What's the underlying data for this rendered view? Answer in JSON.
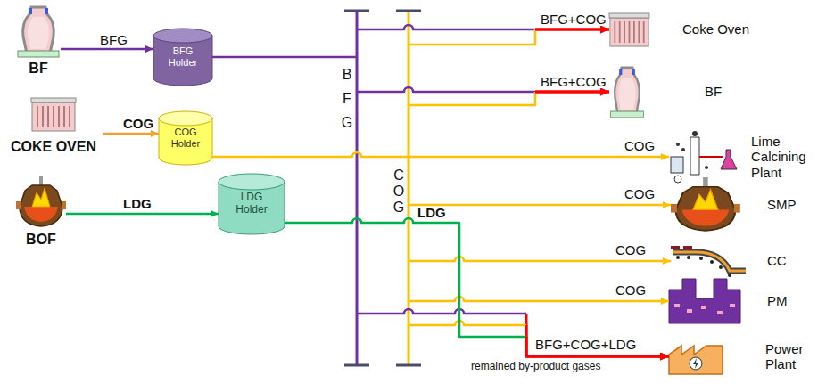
{
  "diagram": {
    "nodes": [
      {
        "text": [
          "BF"
        ]
      },
      {
        "text": [
          "BFG Holder"
        ]
      },
      {
        "text": [
          "COKE OVEN"
        ]
      },
      {
        "text": [
          "COG Holder"
        ]
      },
      {
        "text": [
          "BOF"
        ]
      },
      {
        "text": [
          "LDG Holder"
        ]
      },
      {
        "text": [
          "B F G"
        ]
      },
      {
        "text": [
          "C O G"
        ]
      },
      {
        "text": [
          "Coke Oven"
        ]
      },
      {
        "text": [
          "BF"
        ]
      },
      {
        "text": [
          "Lime Calcining Plant"
        ]
      },
      {
        "text": [
          "SMP"
        ]
      },
      {
        "text": [
          "CC"
        ]
      },
      {
        "text": [
          "PM"
        ]
      },
      {
        "text": [
          "Power Plant"
        ]
      }
    ],
    "edges": [
      {
        "from": 0,
        "to": 1,
        "arrow": "to",
        "label": "BFG"
      },
      {
        "from": 2,
        "to": 3,
        "arrow": "to",
        "label": "COG"
      },
      {
        "from": 4,
        "to": 5,
        "arrow": "to",
        "label": "LDG"
      },
      {
        "from": 1,
        "to": 6,
        "arrow": "none"
      },
      {
        "from": 3,
        "to": 7,
        "arrow": "none"
      },
      {
        "from": 6,
        "to": 8,
        "arrow": "to",
        "label": "BFG+COG"
      },
      {
        "from": 7,
        "to": 8,
        "arrow": "to"
      },
      {
        "from": 6,
        "to": 9,
        "arrow": "to",
        "label": "BFG+COG"
      },
      {
        "from": 7,
        "to": 9,
        "arrow": "to"
      },
      {
        "from": 7,
        "to": 10,
        "arrow": "to",
        "label": "COG"
      },
      {
        "from": 7,
        "to": 11,
        "arrow": "to",
        "label": "COG"
      },
      {
        "from": 7,
        "to": 12,
        "arrow": "to",
        "label": "COG"
      },
      {
        "from": 7,
        "to": 13,
        "arrow": "to",
        "label": "COG"
      },
      {
        "from": 6,
        "to": 14,
        "arrow": "to",
        "label": "BFG+COG+LDG"
      },
      {
        "from": 7,
        "to": 14,
        "arrow": "to"
      },
      {
        "from": 5,
        "to": 14,
        "arrow": "to",
        "label": "LDG"
      }
    ],
    "labels": [
      "remained by-product gases"
    ]
  }
}
